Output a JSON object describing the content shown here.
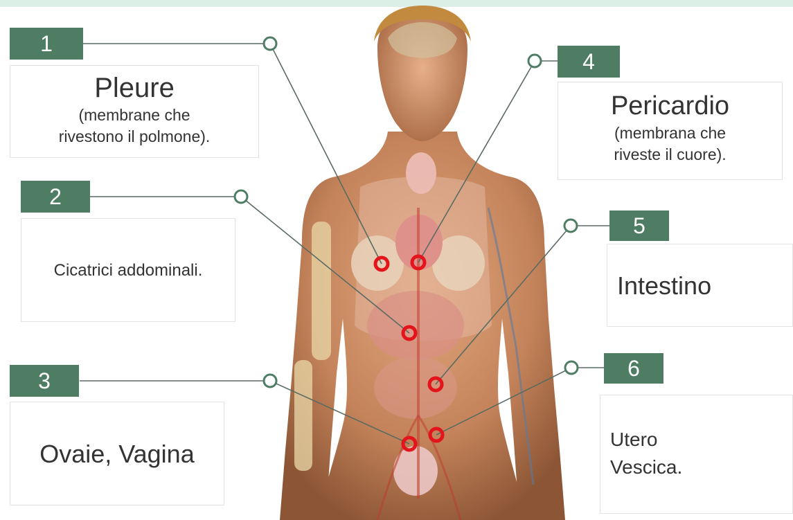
{
  "colors": {
    "tag": "#4e7d64",
    "leader": "#5a6b62",
    "marker": "#e3141b",
    "card_border": "#e3e3e3"
  },
  "callouts": [
    {
      "number": "1",
      "title": "Pleure",
      "detail": "(membrane che\nrivestono il polmone)."
    },
    {
      "number": "2",
      "title": "Cicatrici addominali.",
      "detail": ""
    },
    {
      "number": "3",
      "title": "Ovaie, Vagina",
      "detail": ""
    },
    {
      "number": "4",
      "title": "Pericardio",
      "detail": "(membrana che\nriveste il cuore)."
    },
    {
      "number": "5",
      "title": "Intestino",
      "detail": ""
    },
    {
      "number": "6",
      "title": "Utero\nVescica.",
      "detail": ""
    }
  ]
}
